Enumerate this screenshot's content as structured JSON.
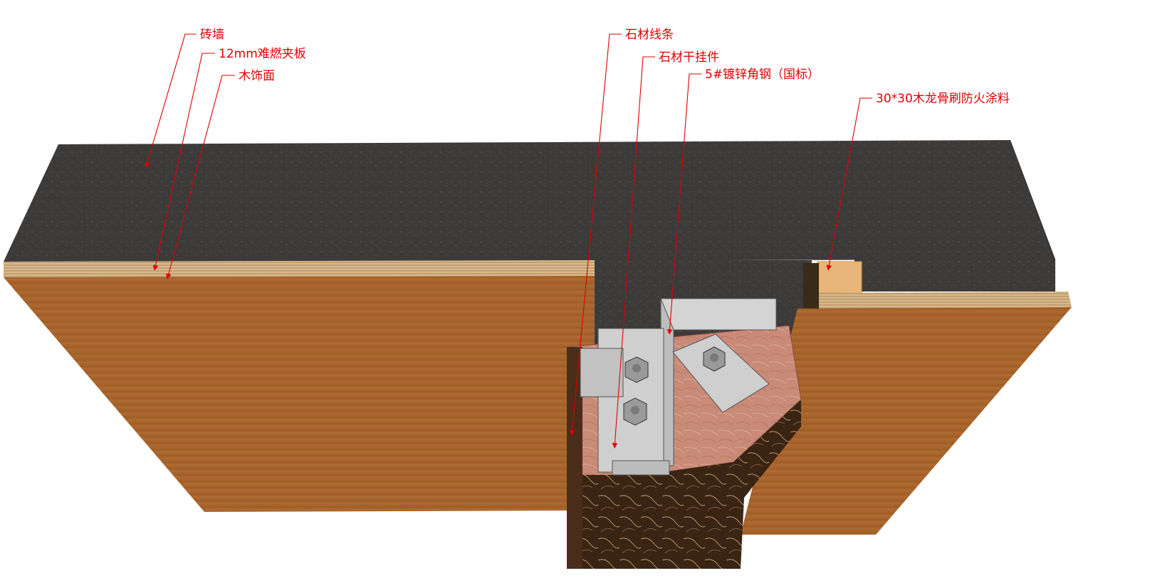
{
  "labels": {
    "brick_wall": "砖墙",
    "fire_plywood": "12mm难燃夹板",
    "wood_veneer": "木饰面",
    "stone_molding": "石材线条",
    "stone_hanger": "石材干挂件",
    "angle_steel": "5#镀锌角钢（国标）",
    "wood_keel": "30*30木龙骨刷防火涂料"
  },
  "colors": {
    "label_red": "#e00000",
    "wall": "#3d3b3a",
    "wood": "#a8652b",
    "plywood": "#d9b88a",
    "steel": "#c8c8c8",
    "marble_pink": "#c98a78",
    "marble_dark": "#3a2414",
    "keel": "#e8b57a"
  }
}
